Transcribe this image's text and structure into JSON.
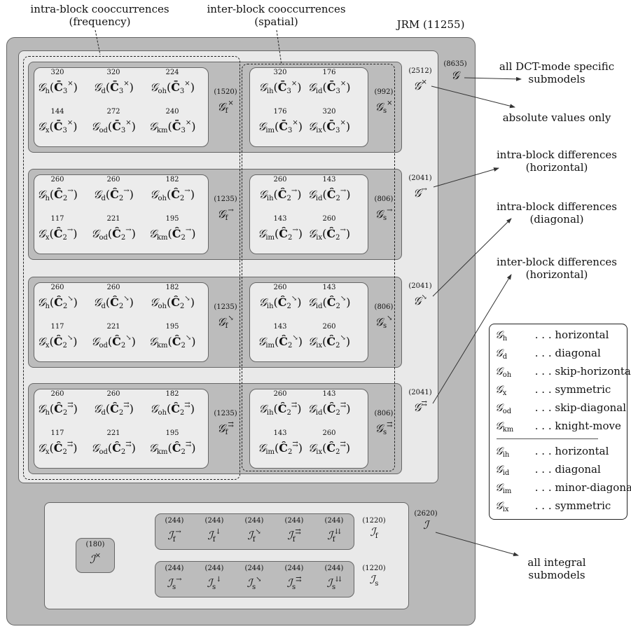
{
  "header": {
    "intra_label": "intra-block cooccurrences",
    "intra_sub": "(frequency)",
    "inter_label": "inter-block cooccurrences",
    "inter_sub": "(spatial)",
    "jrm": "JRM (11255)"
  },
  "total": {
    "count": "(8635)",
    "sym": "𝒢"
  },
  "rows": [
    {
      "arrow": "×",
      "mat": "C̄",
      "msub": "3",
      "freq": [
        [
          "320",
          "h"
        ],
        [
          "320",
          "d"
        ],
        [
          "224",
          "oh"
        ],
        [
          "144",
          "x"
        ],
        [
          "272",
          "od"
        ],
        [
          "240",
          "km"
        ]
      ],
      "spat": [
        [
          "320",
          "ih"
        ],
        [
          "176",
          "id"
        ],
        [
          "176",
          "im"
        ],
        [
          "320",
          "ix"
        ]
      ],
      "fsum": "(1520)",
      "ssum": "(992)",
      "total": "(2512)"
    },
    {
      "arrow": "→",
      "mat": "Ĉ",
      "msub": "2",
      "freq": [
        [
          "260",
          "h"
        ],
        [
          "260",
          "d"
        ],
        [
          "182",
          "oh"
        ],
        [
          "117",
          "x"
        ],
        [
          "221",
          "od"
        ],
        [
          "195",
          "km"
        ]
      ],
      "spat": [
        [
          "260",
          "ih"
        ],
        [
          "143",
          "id"
        ],
        [
          "143",
          "im"
        ],
        [
          "260",
          "ix"
        ]
      ],
      "fsum": "(1235)",
      "ssum": "(806)",
      "total": "(2041)"
    },
    {
      "arrow": "↘",
      "mat": "Ĉ",
      "msub": "2",
      "freq": [
        [
          "260",
          "h"
        ],
        [
          "260",
          "d"
        ],
        [
          "182",
          "oh"
        ],
        [
          "117",
          "x"
        ],
        [
          "221",
          "od"
        ],
        [
          "195",
          "km"
        ]
      ],
      "spat": [
        [
          "260",
          "ih"
        ],
        [
          "143",
          "id"
        ],
        [
          "143",
          "im"
        ],
        [
          "260",
          "ix"
        ]
      ],
      "fsum": "(1235)",
      "ssum": "(806)",
      "total": "(2041)"
    },
    {
      "arrow": "⇉",
      "mat": "Ĉ",
      "msub": "2",
      "freq": [
        [
          "260",
          "h"
        ],
        [
          "260",
          "d"
        ],
        [
          "182",
          "oh"
        ],
        [
          "117",
          "x"
        ],
        [
          "221",
          "od"
        ],
        [
          "195",
          "km"
        ]
      ],
      "spat": [
        [
          "260",
          "ih"
        ],
        [
          "143",
          "id"
        ],
        [
          "143",
          "im"
        ],
        [
          "260",
          "ix"
        ]
      ],
      "fsum": "(1235)",
      "ssum": "(806)",
      "total": "(2041)"
    }
  ],
  "right_labels": {
    "dct": [
      "all DCT-mode specific",
      "submodels"
    ],
    "abs": "absolute values only",
    "intra_h": [
      "intra-block differences",
      "(horizontal)"
    ],
    "intra_d": [
      "intra-block differences",
      "(diagonal)"
    ],
    "inter_h": [
      "inter-block differences",
      "(horizontal)"
    ],
    "integral": [
      "all integral",
      "submodels"
    ]
  },
  "integral": {
    "cross": {
      "count": "(180)",
      "sup": "×"
    },
    "arrows": [
      "→",
      "↓",
      "↘",
      "⇉",
      "⇊"
    ],
    "counts": [
      "(244)",
      "(244)",
      "(244)",
      "(244)",
      "(244)"
    ],
    "f_sum": "(1220)",
    "s_sum": "(1220)",
    "total": "(2620)",
    "sym": "ℐ"
  },
  "legend": [
    {
      "sub": "h",
      "text": "horizontal"
    },
    {
      "sub": "d",
      "text": "diagonal"
    },
    {
      "sub": "oh",
      "text": "skip-horizontal"
    },
    {
      "sub": "x",
      "text": "symmetric"
    },
    {
      "sub": "od",
      "text": "skip-diagonal"
    },
    {
      "sub": "km",
      "text": "knight-move"
    },
    {
      "sub": "ih",
      "text": "horizontal"
    },
    {
      "sub": "id",
      "text": "diagonal"
    },
    {
      "sub": "im",
      "text": "minor-diagonal"
    },
    {
      "sub": "ix",
      "text": "symmetric"
    }
  ]
}
